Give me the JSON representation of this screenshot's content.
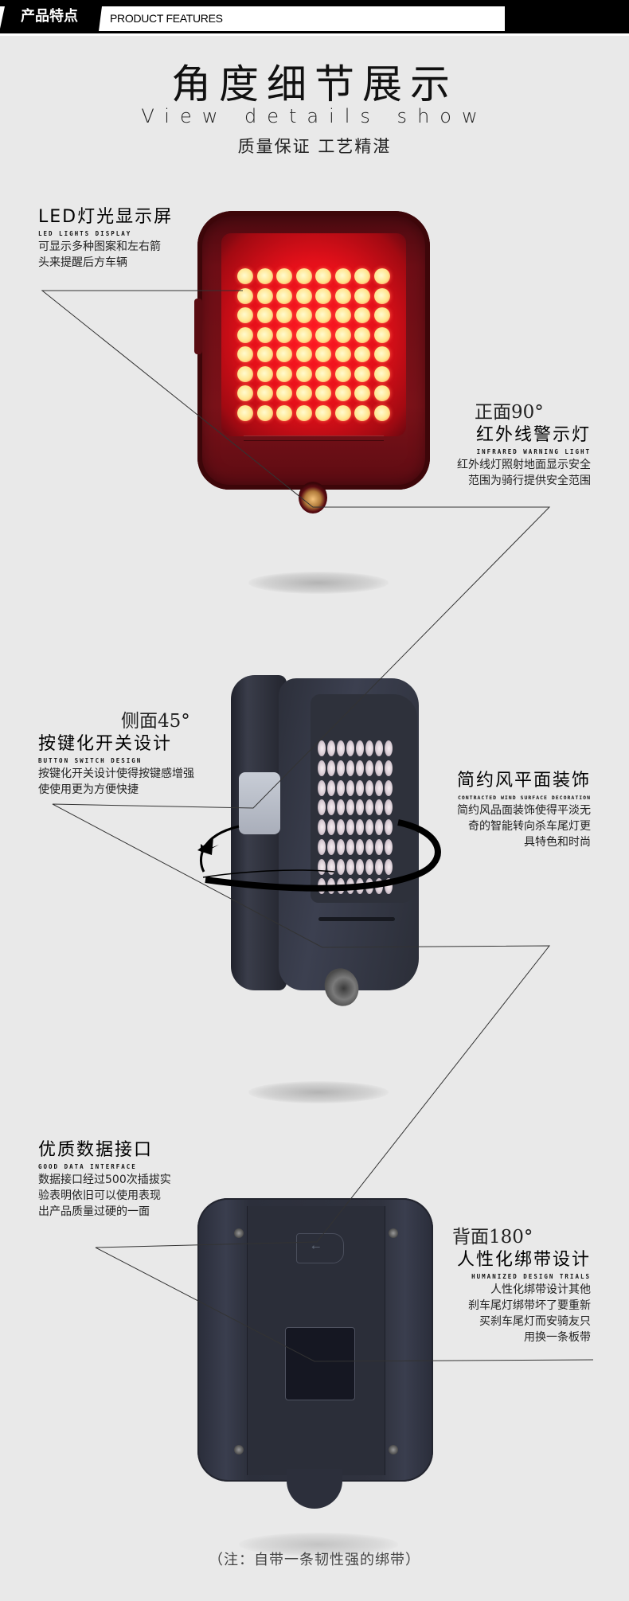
{
  "header": {
    "tag_label": "产品特点",
    "en_label": "PRODUCT FEATURES"
  },
  "hero": {
    "title": "角度细节展示",
    "subtitle": "View details show",
    "tagline": "质量保证 工艺精湛"
  },
  "features": {
    "led": {
      "title": "LED灯光显示屏",
      "en": "LED LIGHTS DISPLAY",
      "desc_lines": [
        "可显示多种图案和左右箭",
        "头来提醒后方车辆"
      ]
    },
    "infrared": {
      "angle": "正面90°",
      "title": "红外线警示灯",
      "en": "INFRARED WARNING LIGHT",
      "desc_lines": [
        "红外线灯照射地面显示安全",
        "范围为骑行提供安全范围"
      ]
    },
    "button": {
      "angle": "侧面45°",
      "title": "按键化开关设计",
      "en": "BUTTON SWITCH DESIGN",
      "desc_lines": [
        "按键化开关设计使得按键感增强",
        "使使用更为方便快捷"
      ]
    },
    "flat": {
      "title": "简约风平面装饰",
      "en": "CONTRACTED WIND SURFACE DECORATION",
      "desc_lines": [
        "简约风品面装饰使得平淡无",
        "奇的智能转向杀车尾灯更",
        "具特色和时尚"
      ]
    },
    "data": {
      "title": "优质数据接口",
      "en": "GOOD DATA INTERFACE",
      "desc_lines": [
        "数据接口经过500次插拔实",
        "验表明依旧可以使用表现",
        "出产品质量过硬的一面"
      ]
    },
    "strap": {
      "angle": "背面180°",
      "title": "人性化绑带设计",
      "en": "HUMANIZED DESIGN TRIALS",
      "desc_lines": [
        "人性化绑带设计其他",
        "刹车尾灯绑带坏了要重新",
        "买刹车尾灯而安骑友只",
        "用换一条板带"
      ]
    }
  },
  "products": {
    "front": {
      "led_rows": 8,
      "led_cols": 8,
      "color": "#e5101a"
    },
    "side": {
      "led_rows": 8,
      "led_cols": 8
    },
    "back": {
      "usb_icon": "⭠"
    }
  },
  "note": "（注：自带一条韧性强的绑带）",
  "colors": {
    "background": "#e9e9e9",
    "header": "#000000",
    "led_red": "#ff1a24",
    "body_dark": "#2c2f3b"
  }
}
